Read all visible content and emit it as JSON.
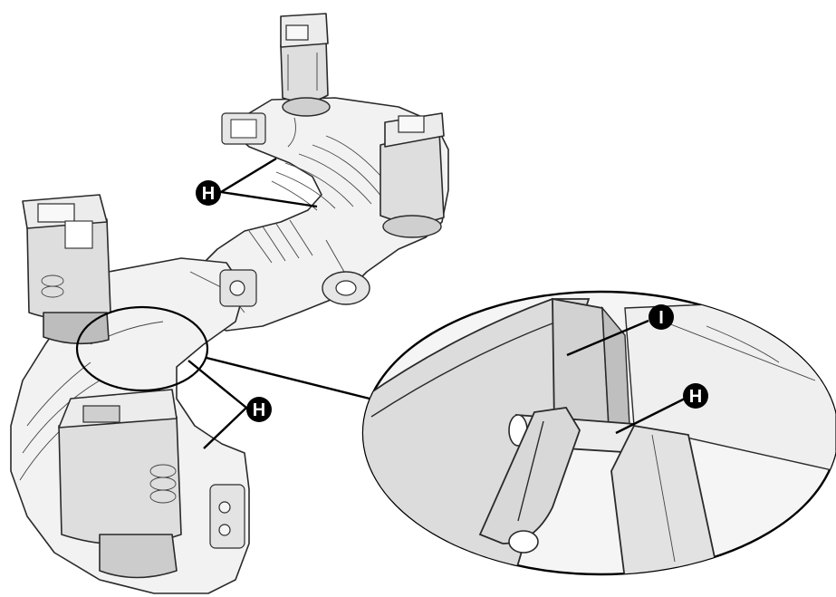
{
  "callouts": {
    "h_top": "H",
    "h_bottom": "H",
    "h_zoom": "H",
    "i_zoom": "I"
  },
  "colors": {
    "part_fill": "#f2f2f2",
    "part_shade": "#d9d9d9",
    "outline": "#2a2a2a",
    "callout": "#000000"
  }
}
